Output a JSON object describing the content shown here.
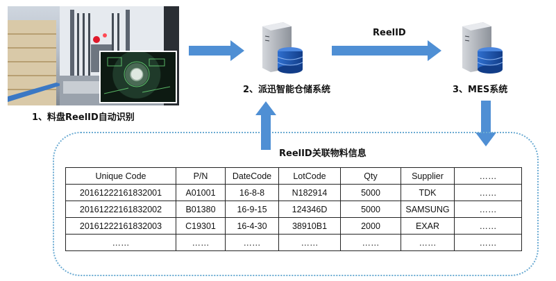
{
  "steps": {
    "step1_label": "1、料盘ReelID自动识别",
    "step2_label": "2、派迅智能仓储系统",
    "step3_label": "3、MES系统"
  },
  "arrows": {
    "top_label": "ReelID",
    "up_label": "ReelID关联物料信息"
  },
  "colors": {
    "arrow": "#4f8fd4",
    "dotted_border": "#6aaad2",
    "db_blue": "#1e56b0"
  },
  "table": {
    "headers": [
      "Unique Code",
      "P/N",
      "DateCode",
      "LotCode",
      "Qty",
      "Supplier",
      "……"
    ],
    "rows": [
      [
        "20161222161832001",
        "A01001",
        "16-8-8",
        "N182914",
        "5000",
        "TDK",
        "……"
      ],
      [
        "20161222161832002",
        "B01380",
        "16-9-15",
        "124346D",
        "5000",
        "SAMSUNG",
        "……"
      ],
      [
        "20161222161832003",
        "C19301",
        "16-4-30",
        "38910B1",
        "2000",
        "EXAR",
        "……"
      ],
      [
        "……",
        "……",
        "……",
        "……",
        "……",
        "……",
        "……"
      ]
    ]
  }
}
